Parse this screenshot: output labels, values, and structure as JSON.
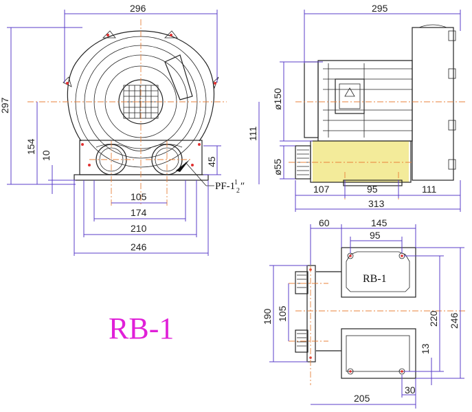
{
  "title": "RB-1",
  "colors": {
    "dimension_line": "#5a3cc8",
    "center_line": "#e8803a",
    "outline": "#222222",
    "title": "#e020d8"
  },
  "front_view": {
    "dims": {
      "top_width": "296",
      "height": "297",
      "center_height": "154",
      "base_thickness": "10",
      "outlet_offset": "45",
      "port_spacing": "105",
      "foot_inner": "174",
      "foot_mid": "210",
      "foot_outer": "246"
    },
    "port_label_prefix": "PF-1",
    "port_label_num": "1",
    "port_label_den": "2",
    "port_label_suffix": "″"
  },
  "side_view": {
    "dims": {
      "top_width": "295",
      "motor_dia": "ø150",
      "port_dia": "ø55",
      "center_height": "111",
      "seg_a": "107",
      "seg_b": "95",
      "seg_c": "111",
      "total": "313"
    }
  },
  "bottom_view": {
    "dims": {
      "offset": "60",
      "hole_span": "145",
      "hole_inner": "95",
      "outer_height": "246",
      "hole_height": "220",
      "port_height": "190",
      "port_spacing": "105",
      "edge": "13",
      "base_len": "205",
      "edge_len": "30"
    },
    "plate_label": "RB-1"
  }
}
